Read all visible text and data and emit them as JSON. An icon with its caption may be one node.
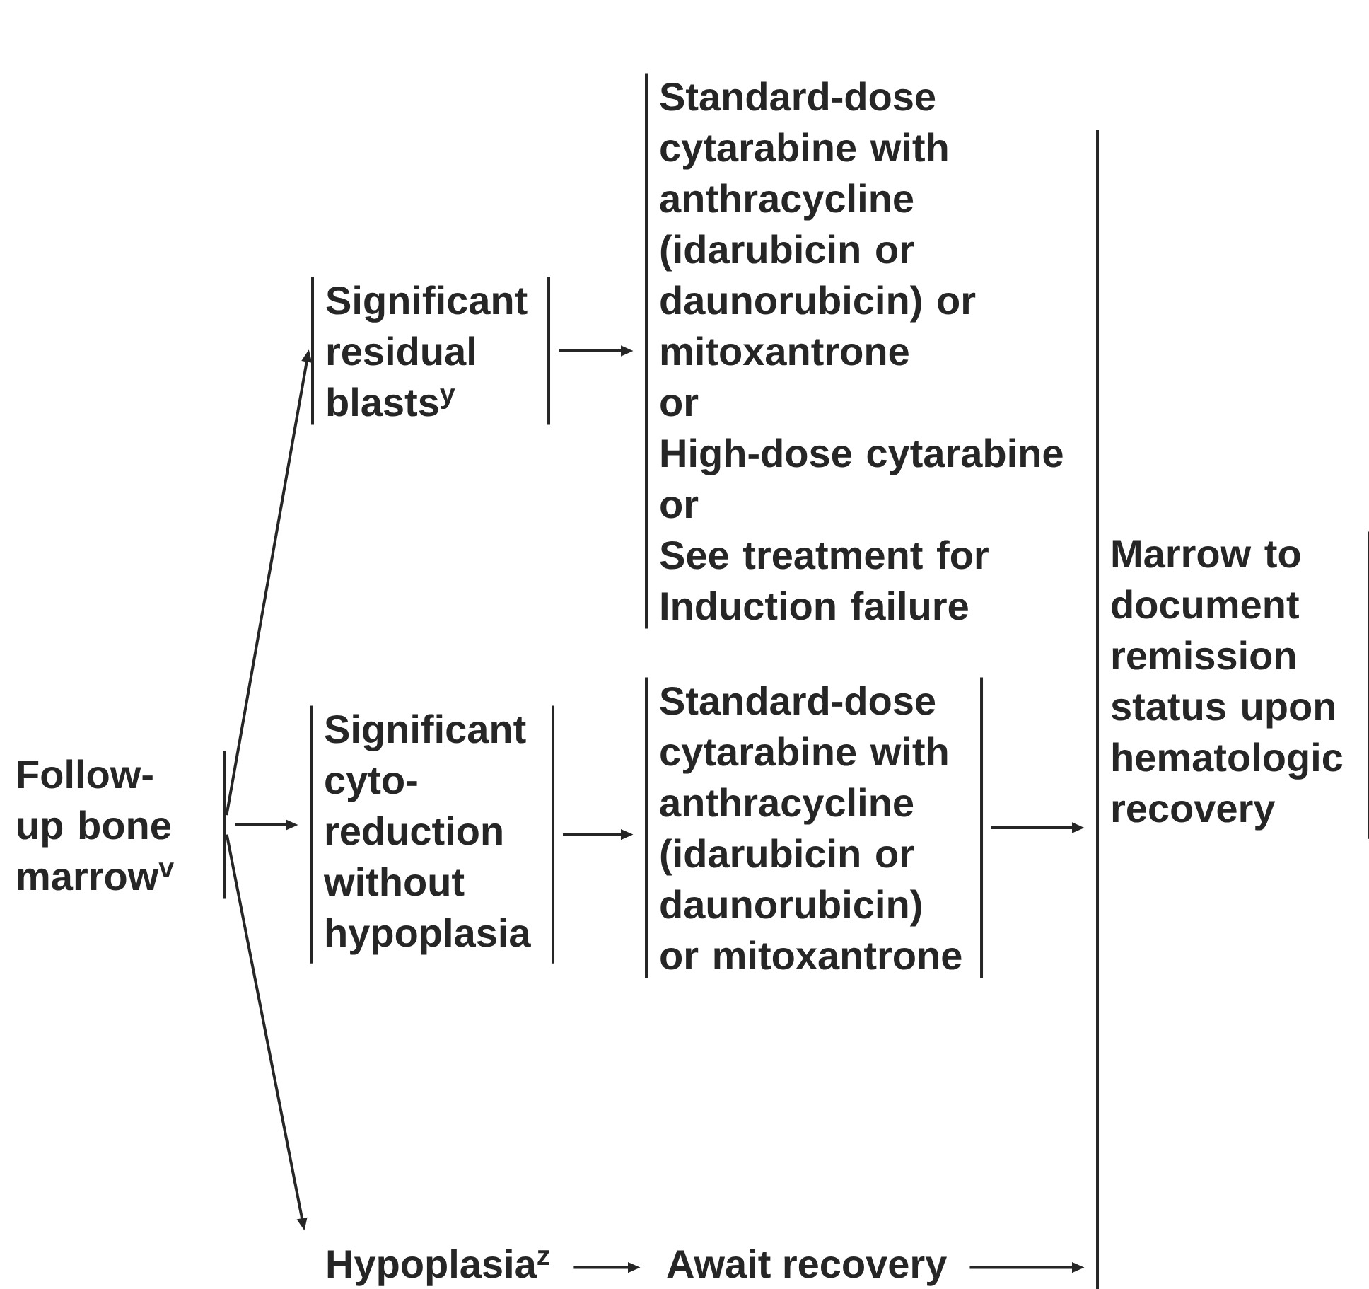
{
  "diagram": {
    "nodes": [
      {
        "text": [
          "Follow-up bone marrow$^{v}$"
        ]
      },
      {
        "text": [
          "Significant residual blasts$^{y}$"
        ]
      },
      {
        "text": [
          "Significant cyto-reduction without hypoplasia"
        ]
      },
      {
        "text": [
          "Hypoplasia$^{z}$"
        ]
      },
      {
        "text": [
          "Standard-dose cytarabine with anthracycline (idarubicin or daunorubicin) or mitoxantrone",
          "or",
          "High-dose cytarabine",
          "or",
          "See treatment for Induction failure"
        ]
      },
      {
        "text": [
          "Standard-dose cytarabine with anthracycline (idarubicin or daunorubicin) or mitoxantrone"
        ]
      },
      {
        "text": [
          "Await recovery"
        ]
      },
      {
        "text": [
          "Marrow to document remission status upon hematologic recovery"
        ]
      }
    ],
    "edges": [
      {
        "from": 0,
        "to": 1,
        "arrow": "to"
      },
      {
        "from": 0,
        "to": 2,
        "arrow": "to"
      },
      {
        "from": 0,
        "to": 3,
        "arrow": "to"
      },
      {
        "from": 1,
        "to": 4,
        "arrow": "to"
      },
      {
        "from": 2,
        "to": 5,
        "arrow": "to"
      },
      {
        "from": 3,
        "to": 6,
        "arrow": "to"
      },
      {
        "from": 5,
        "to": 7,
        "arrow": "to"
      },
      {
        "from": 6,
        "to": 7,
        "arrow": "to"
      }
    ]
  }
}
